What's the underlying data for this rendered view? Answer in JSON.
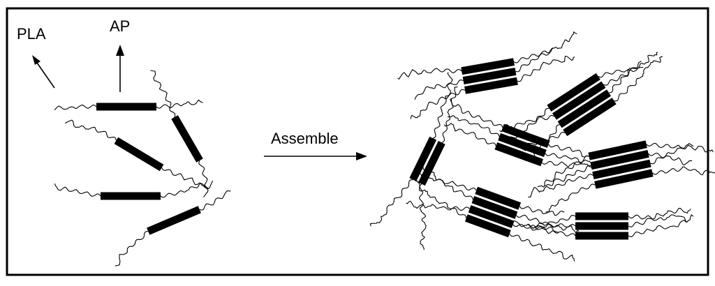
{
  "labels": {
    "pla": "PLA",
    "ap": "AP",
    "assemble": "Assemble"
  },
  "colors": {
    "ink": "#000000",
    "background": "#ffffff"
  }
}
